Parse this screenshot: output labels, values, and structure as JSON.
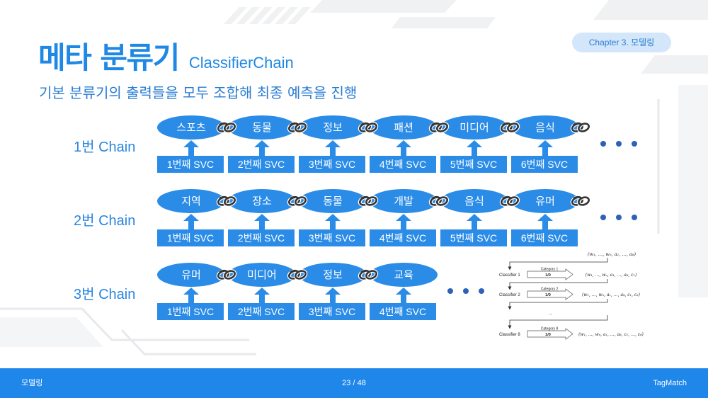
{
  "slide": {
    "title": "메타 분류기",
    "title_sub": "ClassifierChain",
    "subtitle": "기본 분류기의 출력들을 모두 조합해 최종 예측을 진행",
    "chapter_badge": "Chapter 3. 모델링"
  },
  "chains": [
    {
      "label": "1번 Chain",
      "categories": [
        "스포츠",
        "동물",
        "정보",
        "패션",
        "미디어",
        "음식"
      ],
      "classifiers": [
        "1번째 SVC",
        "2번째 SVC",
        "3번째 SVC",
        "4번째 SVC",
        "5번째 SVC",
        "6번째 SVC"
      ],
      "trailing_link": true
    },
    {
      "label": "2번 Chain",
      "categories": [
        "지역",
        "장소",
        "동물",
        "개발",
        "음식",
        "유머"
      ],
      "classifiers": [
        "1번째 SVC",
        "2번째 SVC",
        "3번째 SVC",
        "4번째 SVC",
        "5번째 SVC",
        "6번째 SVC"
      ],
      "trailing_link": true
    },
    {
      "label": "3번 Chain",
      "categories": [
        "유머",
        "미디어",
        "정보",
        "교육"
      ],
      "classifiers": [
        "1번째 SVC",
        "2번째 SVC",
        "3번째 SVC",
        "4번째 SVC"
      ],
      "trailing_link": false
    }
  ],
  "diagram": {
    "input": "(w₁, …, wₙ, a₁, …, a₈)",
    "steps": [
      {
        "classifier": "Classifier 1",
        "category": "Category 1",
        "output": "1/0",
        "result": "(w₁, …, wₙ, a₁, …, a₈, c₁)"
      },
      {
        "classifier": "Classifier 2",
        "category": "Category 2",
        "output": "1/0",
        "result": "(w₁, …, wₙ, a₁, …, a₈, c₁, c₂)"
      },
      {
        "classifier": "Classifier 8",
        "category": "Category 8",
        "output": "1/0",
        "result": "(w₁, …, wₙ, a₁, …, a₈, c₁, …, c₈)"
      }
    ],
    "gap": "..."
  },
  "footer": {
    "left": "모델링",
    "page": "23 / 48",
    "right": "TagMatch"
  },
  "colors": {
    "accent": "#1f88e5",
    "node": "#2b8ce8",
    "svc": "#2b8ce8",
    "link": "#353535",
    "dots": "#2d62b8",
    "badge_bg": "#d4e7fa",
    "footer_bg": "#1f86ea"
  }
}
